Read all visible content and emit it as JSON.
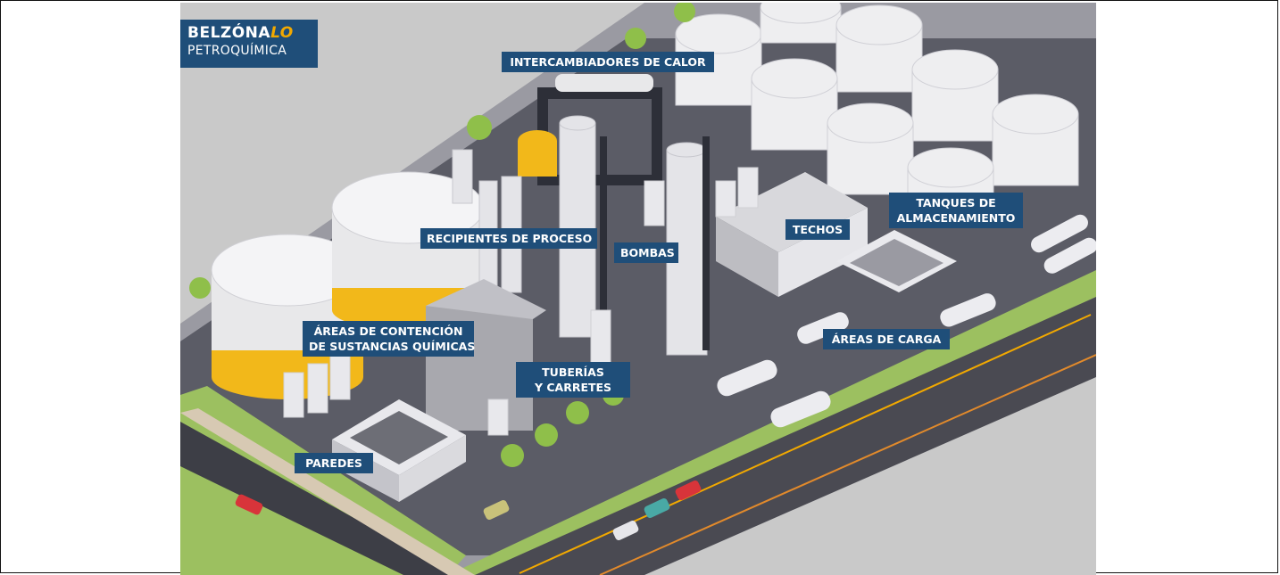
{
  "logo": {
    "brand_main": "BELZÓNA",
    "brand_accent": "LO",
    "subtitle": "PETROQUÍMICA"
  },
  "labels": {
    "intercambiadores": "INTERCAMBIADORES DE CALOR",
    "recipientes": "RECIPIENTES DE PROCESO",
    "bombas": "BOMBAS",
    "techos": "TECHOS",
    "tanques_line1": "TANQUES DE",
    "tanques_line2": "ALMACENAMIENTO",
    "contencion_line1": "ÁREAS DE CONTENCIÓN",
    "contencion_line2": "DE SUSTANCIAS QUÍMICAS",
    "tuberias_line1": "TUBERÍAS",
    "tuberias_line2": "Y CARRETES",
    "carga": "ÁREAS DE CARGA",
    "paredes": "PAREDES"
  },
  "colors": {
    "label_bg": "#1f4e79",
    "accent_yellow": "#f2a900",
    "ground": "#c9c9c9",
    "road": "#4a4a52",
    "grass": "#9cc060"
  }
}
